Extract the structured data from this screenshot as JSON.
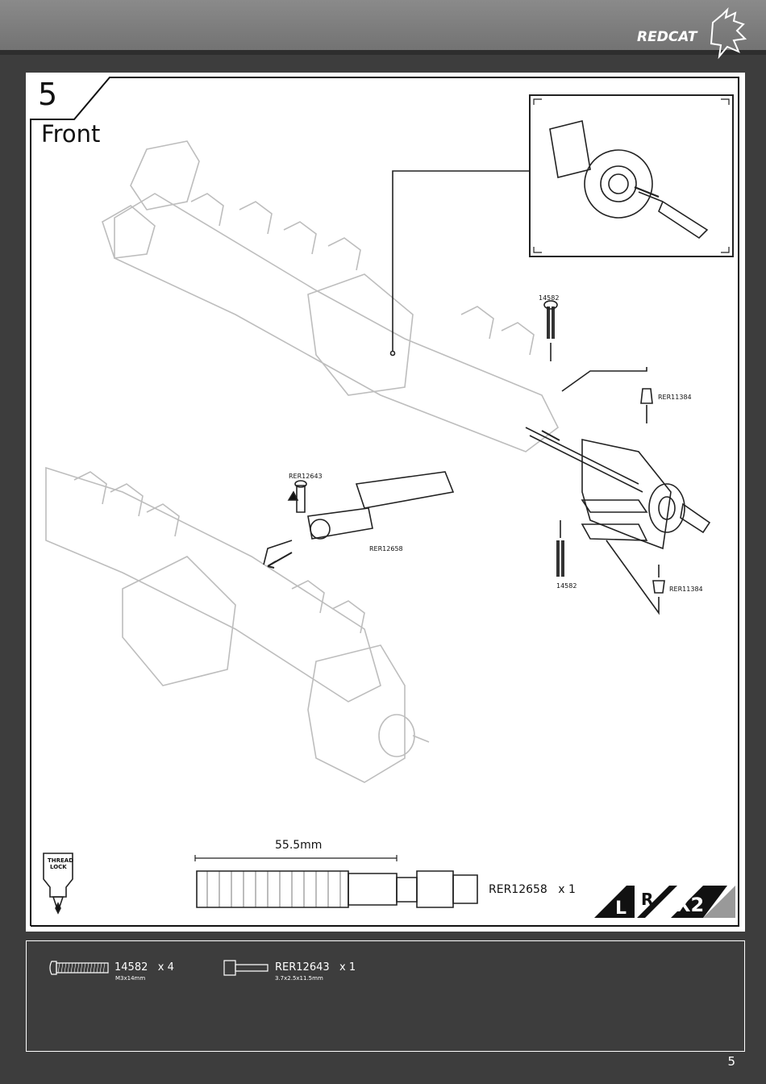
{
  "header": {
    "brand": "REDCAT"
  },
  "step": {
    "number": "5",
    "title": "Front"
  },
  "callouts": {
    "screw_top": "14582",
    "bushing_upper": "RER11384",
    "screw_pin": "RER12643",
    "driveshaft": "RER12658",
    "screw_bottom": "14582",
    "bushing_lower": "RER11384"
  },
  "thread_lock": {
    "line1": "THREAD",
    "line2": "LOCK"
  },
  "measure": {
    "length": "55.5mm",
    "part": "RER12658",
    "qty": "x 1"
  },
  "side_badges": {
    "left": "L",
    "right": "R",
    "multiplier": "X2"
  },
  "hardware": [
    {
      "part": "14582",
      "qty": "x 4",
      "spec": "M3x14mm"
    },
    {
      "part": "RER12643",
      "qty": "x 1",
      "spec": "3.7x2.5x11.5mm"
    }
  ],
  "page": {
    "number": "5"
  },
  "colors": {
    "background": "#3d3d3d",
    "header": "#7f7f7f",
    "panel": "#ffffff"
  }
}
